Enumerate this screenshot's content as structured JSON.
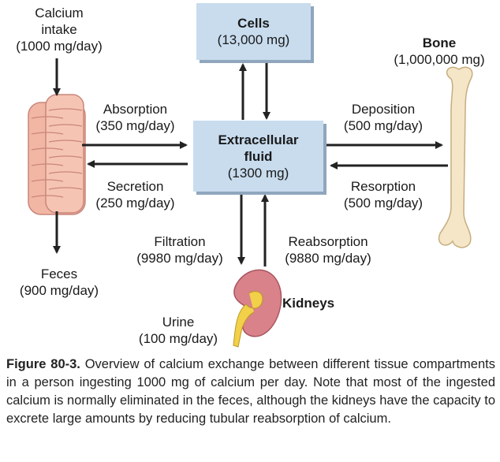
{
  "nodes": {
    "cells": {
      "title": "Cells",
      "value": "(13,000 mg)"
    },
    "ecf": {
      "title_line1": "Extracellular",
      "title_line2": "fluid",
      "value": "(1300 mg)"
    },
    "bone": {
      "title": "Bone",
      "value": "(1,000,000 mg)"
    },
    "kidneys": {
      "title": "Kidneys"
    }
  },
  "flows": {
    "intake": {
      "line1": "Calcium",
      "line2": "intake",
      "value": "(1000 mg/day)"
    },
    "absorption": {
      "label": "Absorption",
      "value": "(350 mg/day)"
    },
    "secretion": {
      "label": "Secretion",
      "value": "(250 mg/day)"
    },
    "feces": {
      "label": "Feces",
      "value": "(900 mg/day)"
    },
    "deposition": {
      "label": "Deposition",
      "value": "(500 mg/day)"
    },
    "resorption": {
      "label": "Resorption",
      "value": "(500 mg/day)"
    },
    "filtration": {
      "label": "Filtration",
      "value": "(9980 mg/day)"
    },
    "reabsorption": {
      "label": "Reabsorption",
      "value": "(9880 mg/day)"
    },
    "urine": {
      "label": "Urine",
      "value": "(100 mg/day)"
    }
  },
  "caption": {
    "number": "Figure 80-3.",
    "text": "Overview of calcium exchange between different tissue compartments in a person ingesting 1000 mg of calcium per day. Note that most of the ingested calcium is normally eliminated in the feces, although the kidneys have the capacity to excrete large amounts by reducing tubular reabsorption of calcium."
  },
  "colors": {
    "box_fill": "#c8dcee",
    "arrow": "#222222",
    "intestine": "#f2b7a4",
    "bone": "#f5e6c8",
    "kidney": "#d9828a"
  },
  "icons": [
    "intestine-icon",
    "bone-icon",
    "kidney-icon"
  ]
}
